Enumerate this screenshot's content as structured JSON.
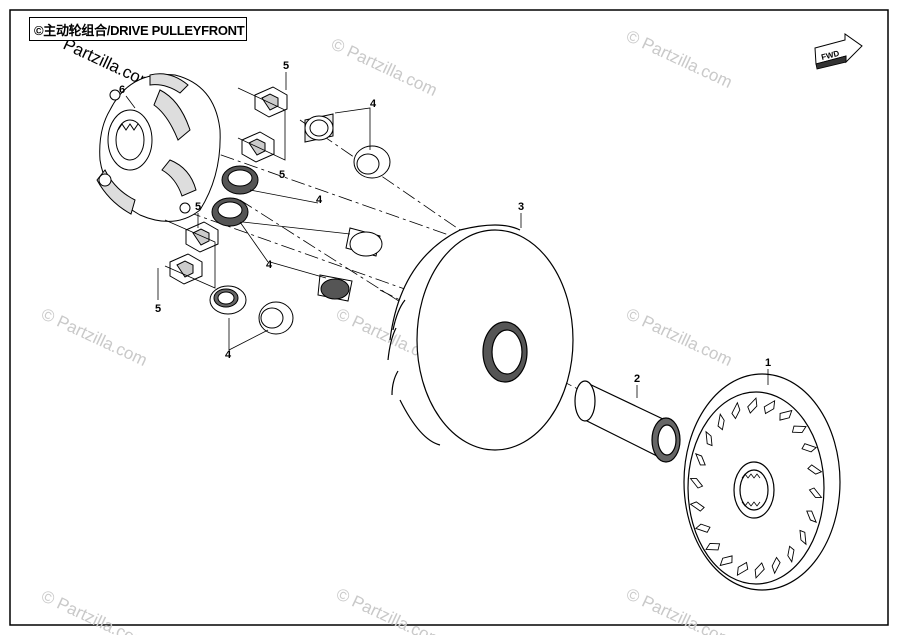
{
  "title": {
    "copyright_symbol": "©",
    "text": "主动轮组合/DRIVE PULLEYFRONT"
  },
  "fwd_label": "FWD",
  "watermark": "© Partzilla.com",
  "watermark_main": "Partzilla.com",
  "callouts": {
    "c1": "1",
    "c2": "2",
    "c3": "3",
    "c4a": "4",
    "c4b": "4",
    "c4c": "4",
    "c4d": "4",
    "c5a": "5",
    "c5b": "5",
    "c5c": "5",
    "c5d": "5",
    "c6": "6"
  },
  "colors": {
    "line": "#000000",
    "watermark": "#c9c9c9",
    "face_shade": "#555555"
  }
}
